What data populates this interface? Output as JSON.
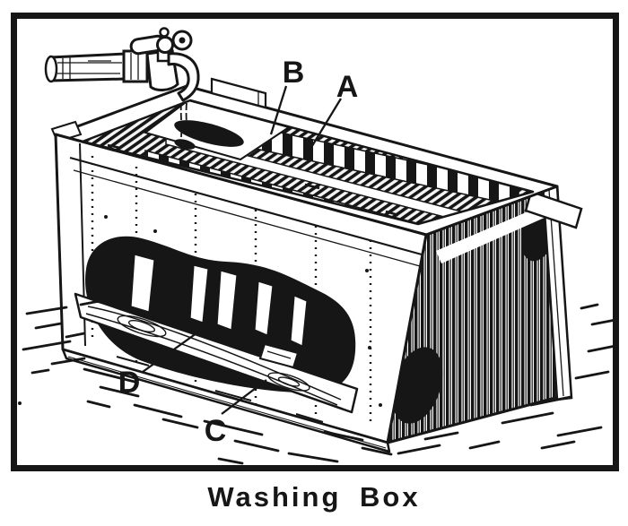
{
  "figure": {
    "caption": "Washing Box",
    "part_labels": {
      "a": "A",
      "b": "B",
      "c": "C",
      "d": "D"
    }
  },
  "colors": {
    "ink": "#161616",
    "paper": "#ffffff"
  }
}
